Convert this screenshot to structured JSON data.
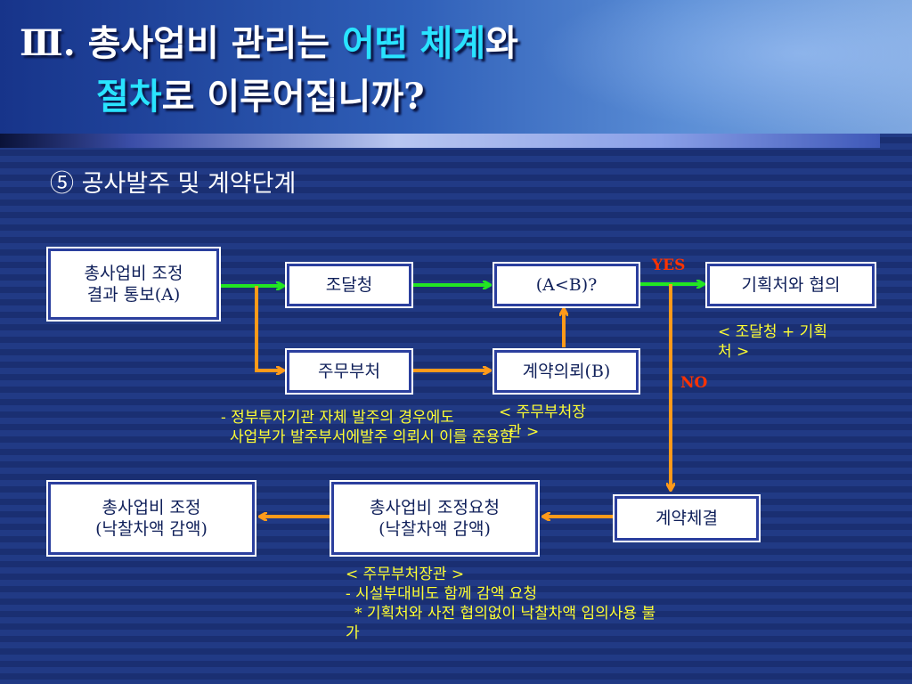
{
  "title": {
    "line1_prefix": "Ⅲ. 총사업비 관리는 ",
    "line1_highlight": "어떤 체계",
    "line1_suffix": "와",
    "line2_highlight": "절차",
    "line2_suffix": "로 이루어집니까?"
  },
  "subtitle": "⑤ 공사발주 및 계약단계",
  "boxes": {
    "notify": {
      "line1": "총사업비 조정",
      "line2": "결과 통보(A)"
    },
    "procurement": "조달청",
    "ordering_ministry": "주무부처",
    "decision": "(A<B)?",
    "request": "계약의뢰(B)",
    "consult": "기획처와 협의",
    "contract": "계약체결",
    "adjust_request": {
      "line1": "총사업비 조정요청",
      "line2": "(낙찰차액 감액)"
    },
    "adjust": {
      "line1": "총사업비 조정",
      "line2": "(낙찰차액 감액)"
    }
  },
  "labels": {
    "yes": "YES",
    "no": "NO"
  },
  "notes": {
    "consult_note": {
      "line1": "< 조달청 + 기획",
      "line2": "처 >"
    },
    "gov_note": {
      "line1": "- 정부투자기관 자체 발주의 경우에도",
      "line2": "사업부가 발주부서에발주 의뢰시 이를 준용함"
    },
    "ministry_head": {
      "line1": "< 주무부처장",
      "line2": "관 >"
    },
    "bottom_note": {
      "line1": "< 주무부처장관 >",
      "line2": "- 시설부대비도 함께 감액 요청",
      "line3": "* 기획처와 사전 협의없이 낙찰차액 임의사용 불",
      "line4": "가"
    }
  },
  "colors": {
    "green_arrow": "#22e622",
    "orange_arrow": "#ff9a1a",
    "highlight": "#29e3ff",
    "note": "#ffff33",
    "label": "#ff3300"
  }
}
